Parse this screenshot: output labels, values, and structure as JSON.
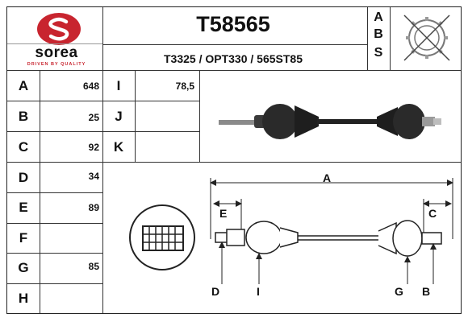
{
  "header": {
    "code": "T58565",
    "refs": "T3325 / OPT330 / 565ST85"
  },
  "brand": {
    "name": "sorea",
    "slogan": "DRIVEN BY QUALITY",
    "color": "#c8252f"
  },
  "abs_letters": [
    "A",
    "B",
    "S"
  ],
  "specs_left": [
    {
      "label": "A",
      "value": "648"
    },
    {
      "label": "B",
      "value": "25"
    },
    {
      "label": "C",
      "value": "92"
    },
    {
      "label": "D",
      "value": "34"
    },
    {
      "label": "E",
      "value": "89"
    },
    {
      "label": "F",
      "value": ""
    },
    {
      "label": "G",
      "value": "85"
    },
    {
      "label": "H",
      "value": ""
    }
  ],
  "specs_right": [
    {
      "label": "I",
      "value": "78,5"
    },
    {
      "label": "J",
      "value": ""
    },
    {
      "label": "K",
      "value": ""
    }
  ],
  "diagram": {
    "labels": {
      "A": "A",
      "C": "C",
      "E": "E",
      "D": "D",
      "I": "I",
      "G": "G",
      "B": "B"
    }
  },
  "icons": [
    "sorea-logo-icon",
    "no-abs-ring-icon",
    "drive-shaft-photo",
    "spline-detail-icon"
  ]
}
